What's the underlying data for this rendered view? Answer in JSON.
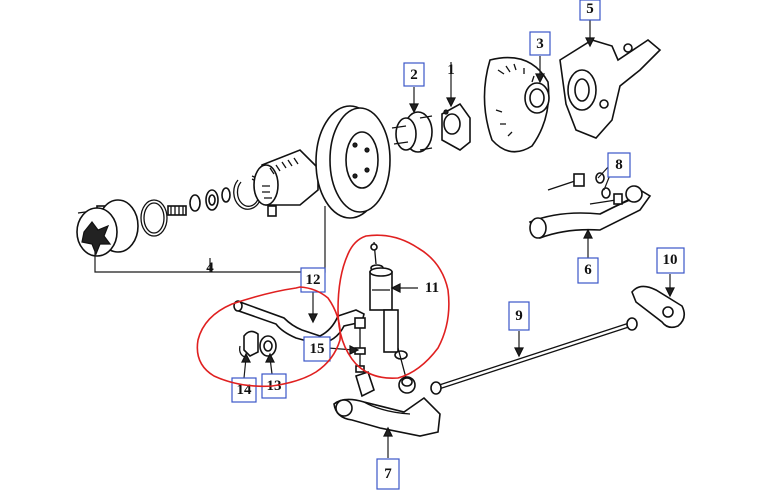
{
  "diagram": {
    "callouts": [
      {
        "id": "1",
        "label": "1",
        "boxed": false
      },
      {
        "id": "2",
        "label": "2",
        "boxed": true
      },
      {
        "id": "3",
        "label": "3",
        "boxed": true
      },
      {
        "id": "4",
        "label": "4",
        "boxed": false
      },
      {
        "id": "5",
        "label": "5",
        "boxed": true
      },
      {
        "id": "6",
        "label": "6",
        "boxed": true
      },
      {
        "id": "7",
        "label": "7",
        "boxed": true
      },
      {
        "id": "8",
        "label": "8",
        "boxed": true
      },
      {
        "id": "9",
        "label": "9",
        "boxed": true
      },
      {
        "id": "10",
        "label": "10",
        "boxed": true
      },
      {
        "id": "11",
        "label": "11",
        "boxed": true
      },
      {
        "id": "12",
        "label": "12",
        "boxed": true
      },
      {
        "id": "13",
        "label": "13",
        "boxed": true
      },
      {
        "id": "14",
        "label": "14",
        "boxed": true
      },
      {
        "id": "15",
        "label": "15",
        "boxed": true
      }
    ],
    "colors": {
      "callout_border": "#3b56c8",
      "highlight": "#e02020",
      "line": "#111111"
    }
  }
}
